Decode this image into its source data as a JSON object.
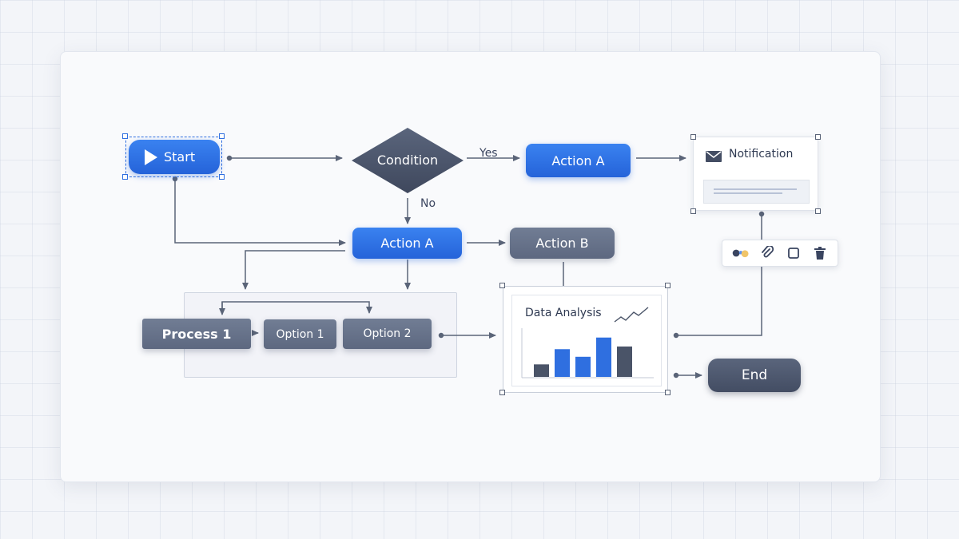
{
  "nodes": {
    "start": "Start",
    "condition": "Condition",
    "action_a_top": "Action A",
    "action_a_mid": "Action A",
    "action_b": "Action B",
    "process_1": "Process 1",
    "option_1": "Option 1",
    "option_2": "Option 2",
    "end": "End"
  },
  "edge_labels": {
    "yes": "Yes",
    "no": "No"
  },
  "notification": {
    "title": "Notification"
  },
  "data_analysis": {
    "title": "Data Analysis",
    "bars": [
      0.28,
      0.62,
      0.45,
      0.88,
      0.68
    ],
    "bar_colors": [
      "#4a5468",
      "#2f6fe0",
      "#2f6fe0",
      "#2f6fe0",
      "#4a5468"
    ]
  },
  "toolbar": {
    "icons": [
      "color-palette-icon",
      "attachment-icon",
      "square-icon",
      "trash-icon"
    ]
  },
  "colors": {
    "accent": "#2f6fe0",
    "slate": "#5d6880",
    "dark": "#434d63",
    "wire": "#5a6478"
  }
}
